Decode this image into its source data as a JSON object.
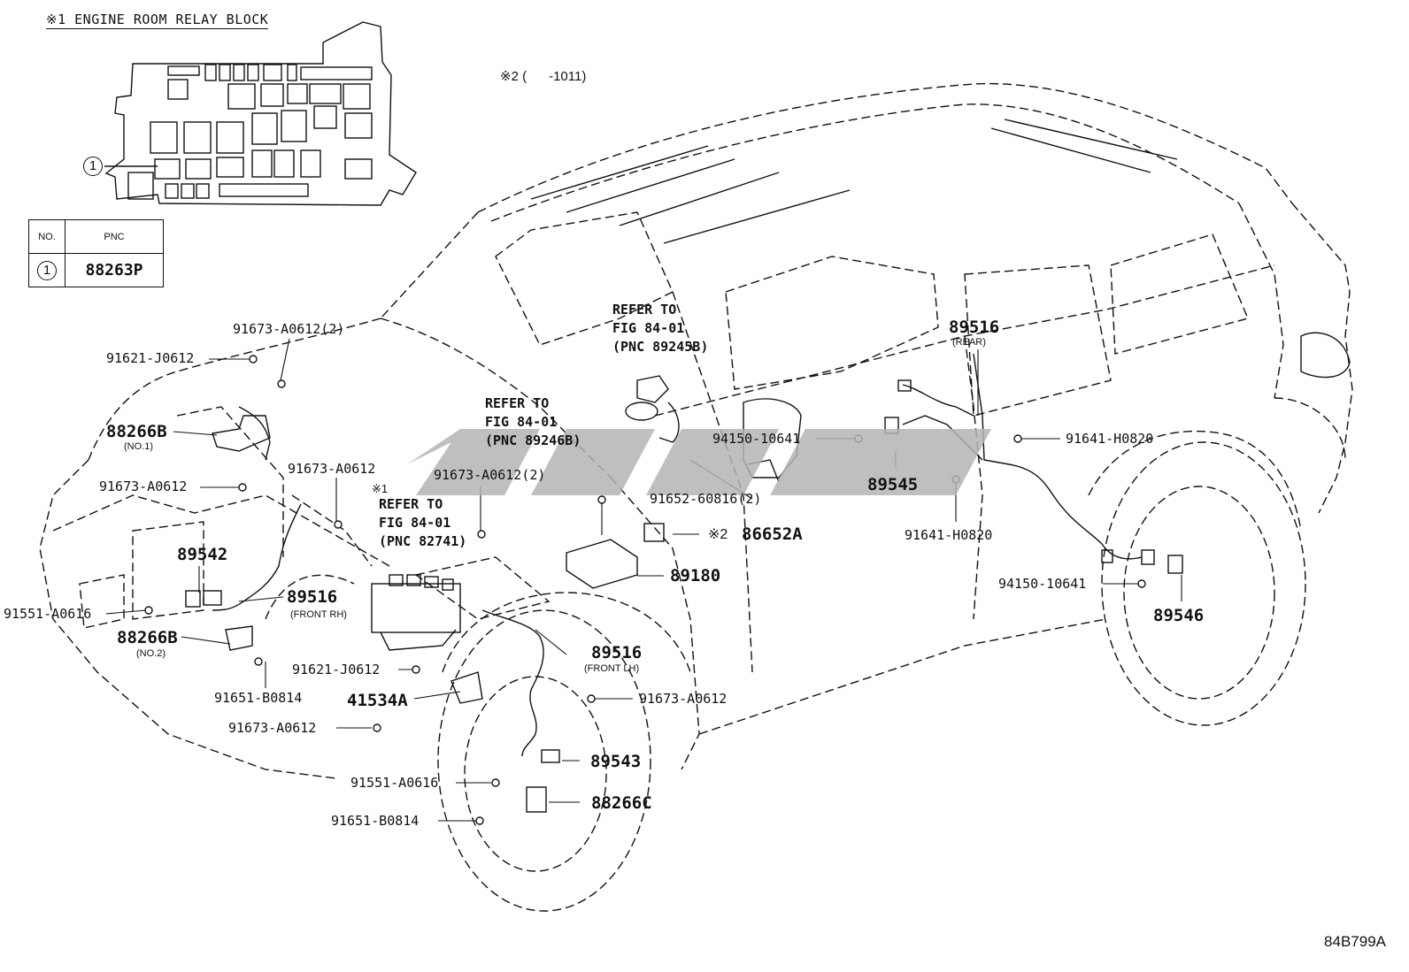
{
  "header": {
    "relay_block_title": "※1 ENGINE ROOM RELAY BLOCK",
    "note2_range": "※2 (      -1011)",
    "relay_callout": "1"
  },
  "pnc_table": {
    "col_no": "NO.",
    "col_pnc": "PNC",
    "row_no": "1",
    "row_pnc": "88263P"
  },
  "refs": {
    "ref1": [
      "REFER TO",
      "FIG 84-01",
      "(PNC 89245B)"
    ],
    "ref2": [
      "REFER TO",
      "FIG 84-01",
      "(PNC 89246B)"
    ],
    "ref3": [
      "REFER TO",
      "FIG 84-01",
      "(PNC 82741)"
    ],
    "ref3_mark": "※1"
  },
  "parts": {
    "p_91673_A0612_2_top": "91673-A0612(2)",
    "p_91621_J0612_top": "91621-J0612",
    "p_88266B_1": "88266B",
    "p_88266B_1_sub": "(NO.1)",
    "p_91673_A0612_left": "91673-A0612",
    "p_91673_A0612_mid": "91673-A0612",
    "p_91673_A0612_2_mid": "91673-A0612(2)",
    "p_89542": "89542",
    "p_91551_A0616_left": "91551-A0616",
    "p_89516_frh": "89516",
    "p_89516_frh_sub": "(FRONT RH)",
    "p_88266B_2": "88266B",
    "p_88266B_2_sub": "(NO.2)",
    "p_91621_J0612_low": "91621-J0612",
    "p_91651_B0814_left": "91651-B0814",
    "p_41534A": "41534A",
    "p_91673_A0612_low": "91673-A0612",
    "p_91652_60816": "91652-60816(2)",
    "p_86652A_mark": "※2",
    "p_86652A": "86652A",
    "p_89180": "89180",
    "p_89516_flh": "89516",
    "p_89516_flh_sub": "(FRONT LH)",
    "p_91673_A0612_right": "91673-A0612",
    "p_89543": "89543",
    "p_91551_A0616_low": "91551-A0616",
    "p_88266C": "88266C",
    "p_91651_B0814_low": "91651-B0814",
    "p_89516_rear": "89516",
    "p_89516_rear_sub": "(REAR)",
    "p_94150_10641_top": "94150-10641",
    "p_91641_H0820_top": "91641-H0820",
    "p_89545": "89545",
    "p_91641_H0820_low": "91641-H0820",
    "p_94150_10641_low": "94150-10641",
    "p_89546": "89546"
  },
  "footer": {
    "diagram_code": "84B799A"
  },
  "colors": {
    "ink": "#111111",
    "watermark": "#b4b4b4"
  }
}
